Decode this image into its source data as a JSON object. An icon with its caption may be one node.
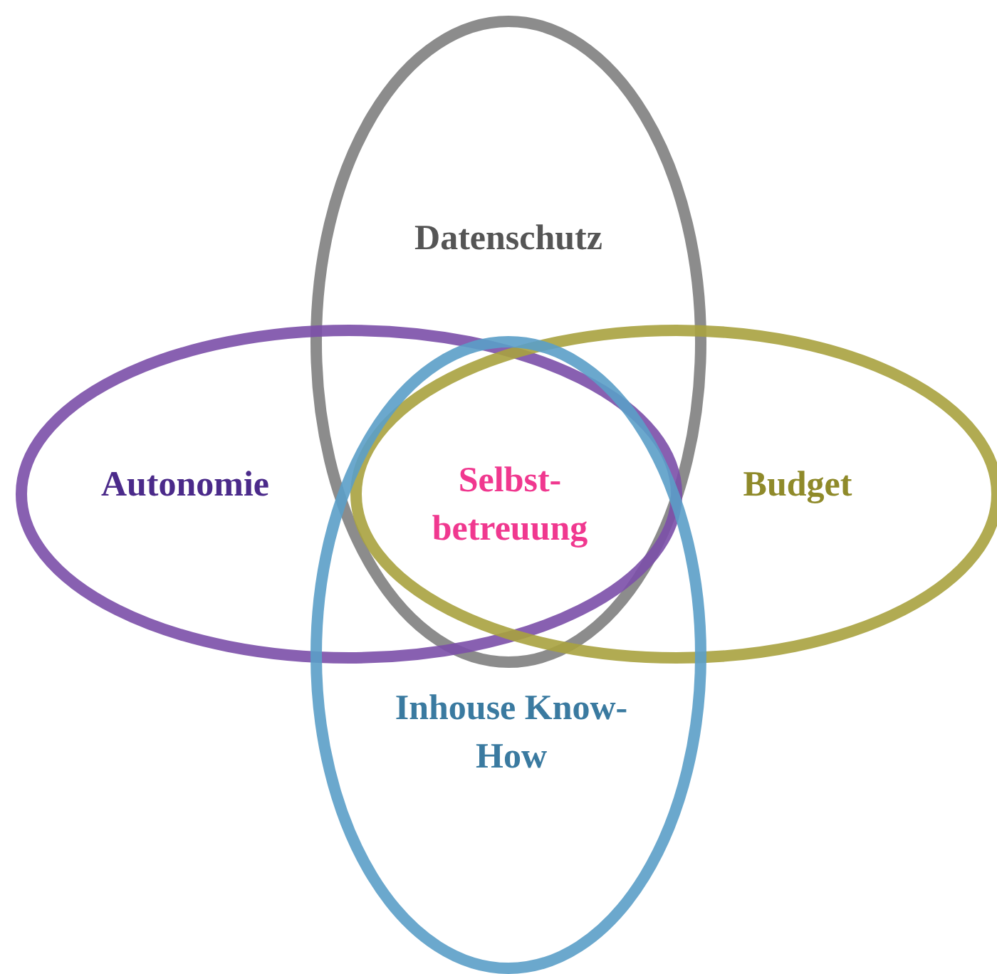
{
  "diagram": {
    "nodes": [
      {
        "text": [
          "Datenschutz"
        ]
      },
      {
        "text": [
          "Autonomie"
        ]
      },
      {
        "text": [
          "Budget"
        ]
      },
      {
        "text": [
          "Inhouse Know-How"
        ]
      }
    ],
    "labels": [
      "Selbst- betreuung"
    ]
  }
}
